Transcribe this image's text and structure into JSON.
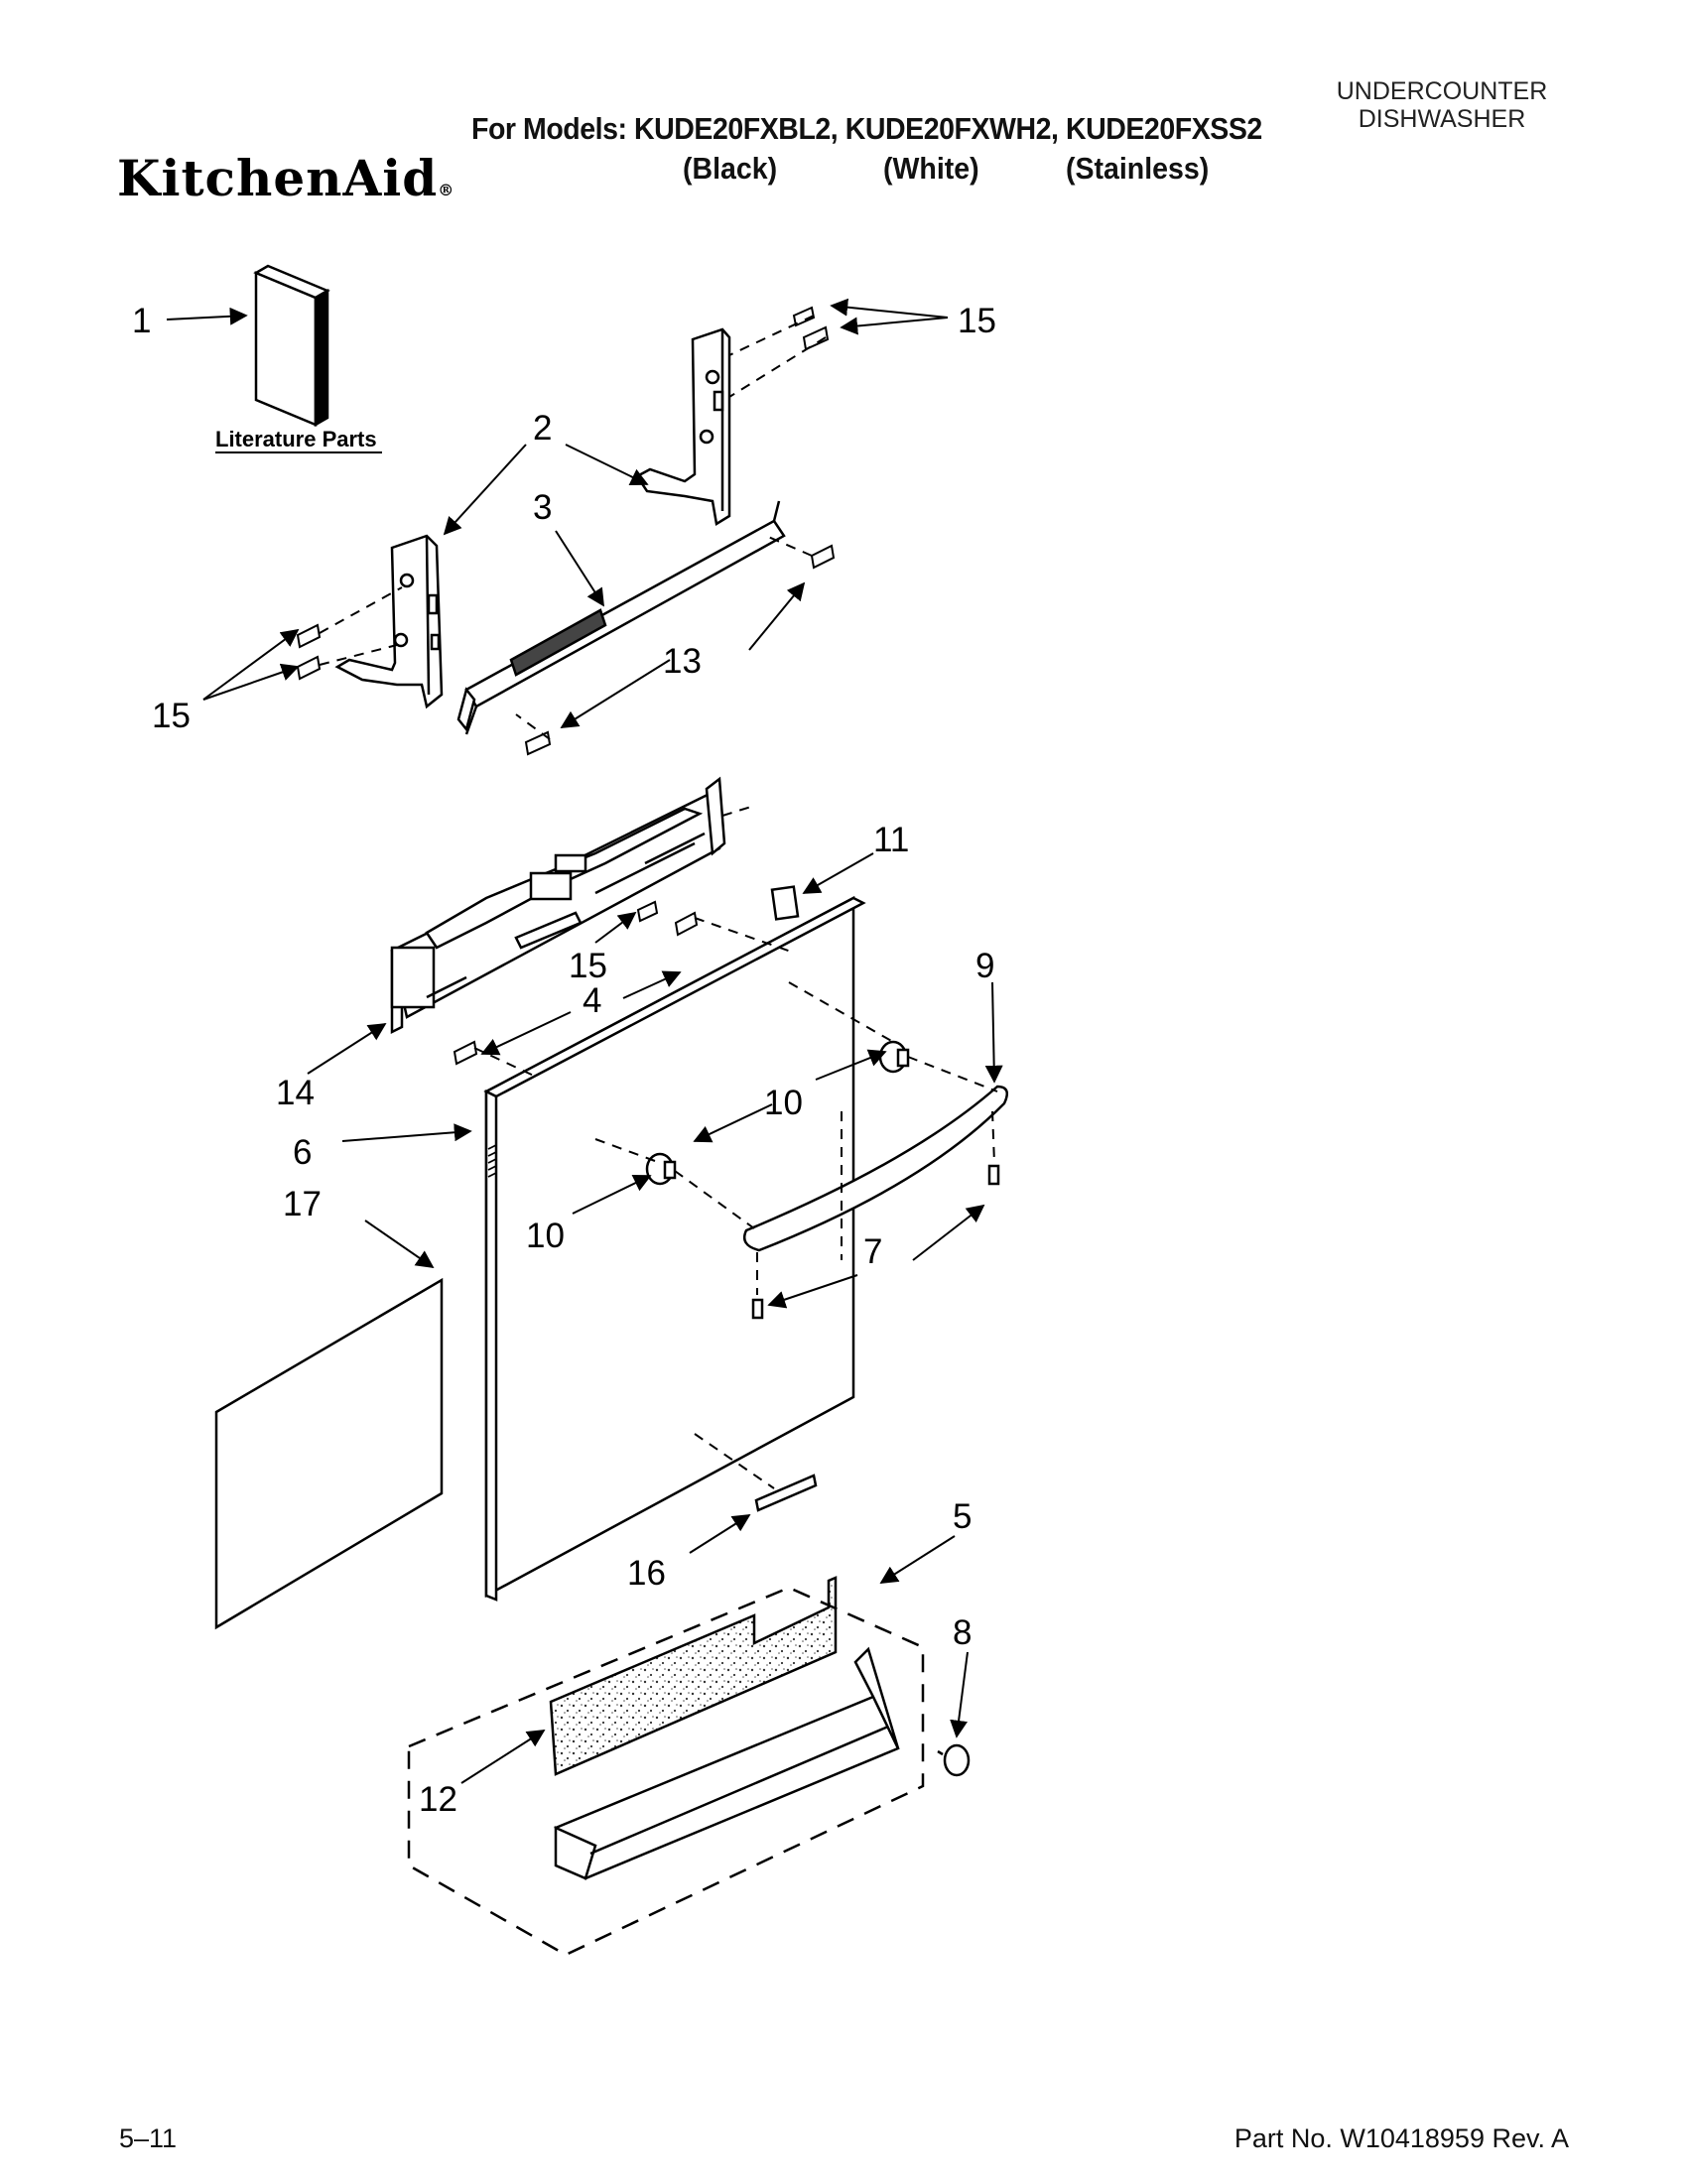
{
  "header": {
    "product_type_line1": "UNDERCOUNTER",
    "product_type_line2": "DISHWASHER",
    "models_line": "For Models: KUDE20FXBL2, KUDE20FXWH2, KUDE20FXSS2",
    "variant_black": "(Black)",
    "variant_white": "(White)",
    "variant_stainless": "(Stainless)",
    "brand": "KitchenAid",
    "brand_mark": "®"
  },
  "diagram": {
    "literature_label": "Literature Parts",
    "callouts": {
      "c1": "1",
      "c2": "2",
      "c3": "3",
      "c4": "4",
      "c5": "5",
      "c6": "6",
      "c7": "7",
      "c8": "8",
      "c9": "9",
      "c10a": "10",
      "c10b": "10",
      "c11": "11",
      "c12": "12",
      "c13": "13",
      "c14": "14",
      "c15a": "15",
      "c15b": "15",
      "c15c": "15",
      "c16": "16",
      "c17": "17"
    }
  },
  "footer": {
    "page": "5–11",
    "part_no": "Part No. W10418959 Rev. A"
  }
}
